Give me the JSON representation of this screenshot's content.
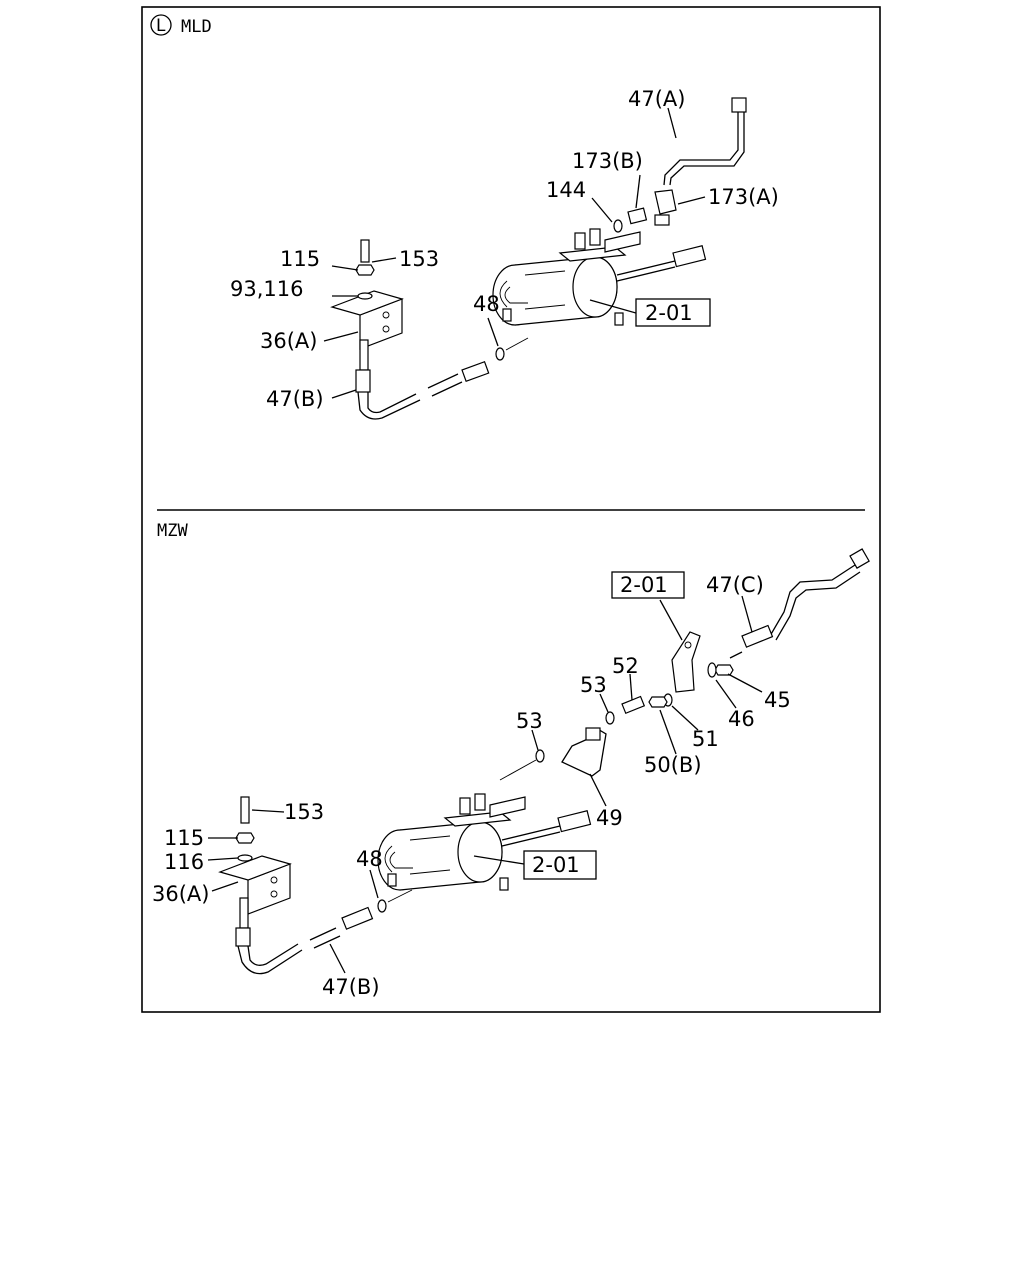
{
  "sections": [
    {
      "circle_letter": "L",
      "title": "MLD",
      "callouts": {
        "c47A": "47(A)",
        "c173B": "173(B)",
        "c144": "144",
        "c173A": "173(A)",
        "c115": "115",
        "c153": "153",
        "c93_116": "93,116",
        "c36A": "36(A)",
        "c48": "48",
        "c201": "2-01",
        "c47B": "47(B)"
      }
    },
    {
      "title": "MZW",
      "callouts": {
        "c201_top": "2-01",
        "c47C": "47(C)",
        "c52": "52",
        "c53a": "53",
        "c53b": "53",
        "c45": "45",
        "c46": "46",
        "c51": "51",
        "c50B": "50(B)",
        "c49": "49",
        "c153": "153",
        "c115": "115",
        "c116": "116",
        "c36A": "36(A)",
        "c48": "48",
        "c201": "2-01",
        "c47B": "47(B)"
      }
    }
  ]
}
